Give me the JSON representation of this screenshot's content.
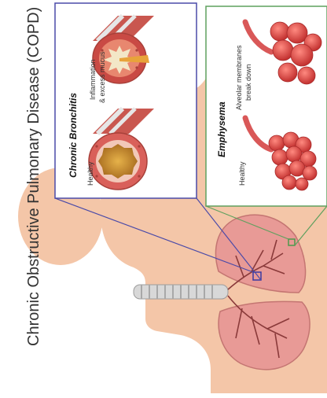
{
  "title": "Chronic Obstructive Pulmonary Disease (COPD)",
  "panels": {
    "bronchitis": {
      "heading": "Chronic Bronchitis",
      "healthy_label": "Healthy",
      "diseased_label_line1": "Inflammation",
      "diseased_label_line2": "& excess mucus",
      "border_color": "#4a4aa8"
    },
    "emphysema": {
      "heading": "Emphysema",
      "healthy_label": "Healthy",
      "diseased_label_line1": "Alveolar membranes",
      "diseased_label_line2": "break down",
      "border_color": "#5ea05e"
    }
  },
  "colors": {
    "skin": "#f4c6a8",
    "lung": "#e89a96",
    "airway": "#c9574f",
    "mucus": "#e8a33a",
    "alveoli": "#d94a4a"
  }
}
